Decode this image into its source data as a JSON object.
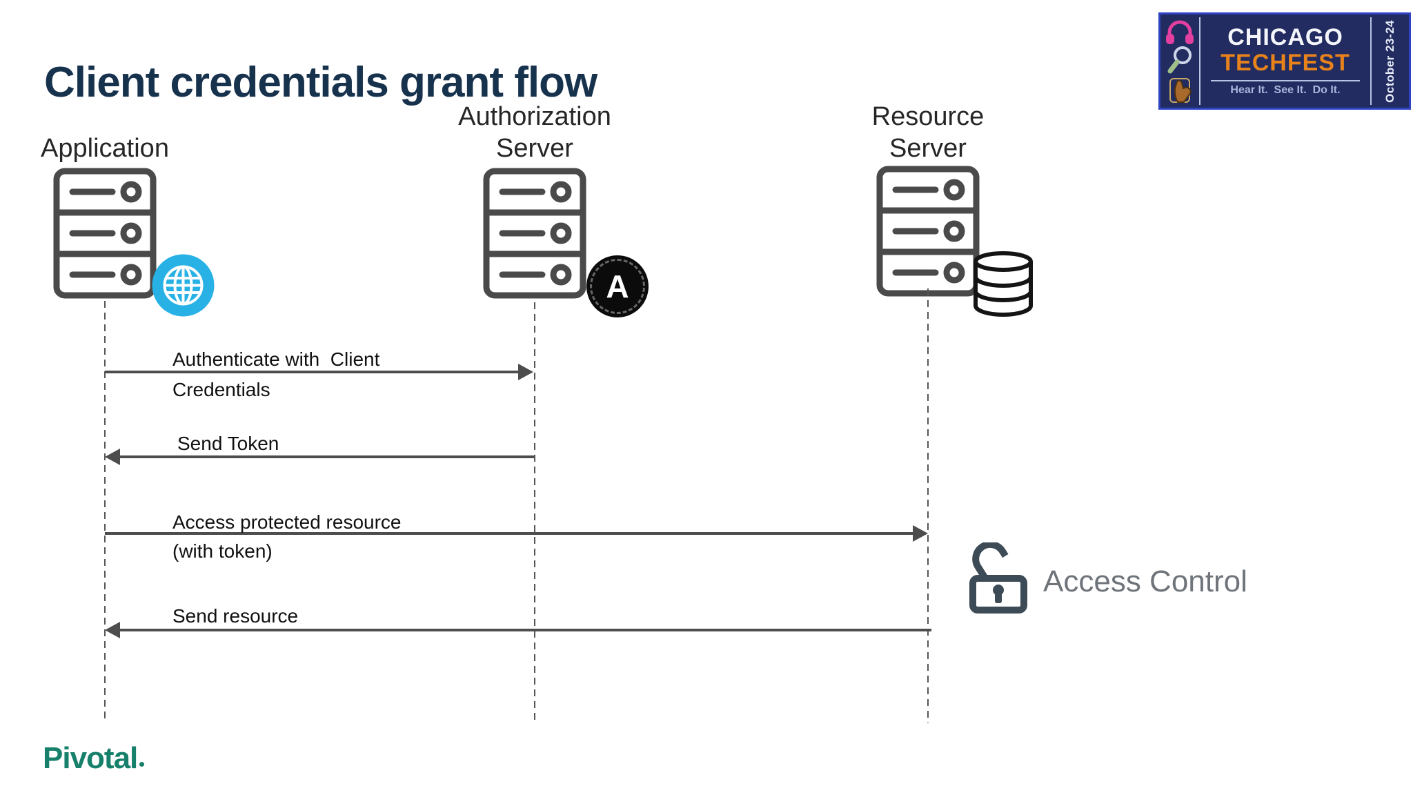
{
  "title": {
    "text": "Client credentials grant flow"
  },
  "event_badge": {
    "city": "CHICAGO",
    "name": "TECHFEST",
    "tagline": "Hear It.  See It.  Do It.",
    "dates": "October 23-24",
    "colors": {
      "background": "#222c60",
      "border": "#2e44c4",
      "city": "#f4f6fc",
      "name": "#e8831c",
      "tagline": "#a9b7de"
    },
    "icons": [
      "headphones-icon",
      "search-icon",
      "tap-hand-icon"
    ]
  },
  "actors": [
    {
      "id": "application",
      "lines": [
        "Application"
      ],
      "icon": "server-icon",
      "companion_icon": "globe-icon"
    },
    {
      "id": "authorization-server",
      "lines": [
        "Authorization",
        "Server"
      ],
      "icon": "server-icon",
      "companion_icon": "auth-emblem-icon",
      "emblem_letter": "A"
    },
    {
      "id": "resource-server",
      "lines": [
        "Resource",
        "Server"
      ],
      "icon": "server-icon",
      "companion_icon": "database-icon"
    }
  ],
  "messages": [
    {
      "from": "application",
      "to": "authorization-server",
      "direction": "right",
      "lines": [
        "Authenticate with  Client",
        "Credentials"
      ]
    },
    {
      "from": "authorization-server",
      "to": "application",
      "direction": "left",
      "lines": [
        "Send Token"
      ]
    },
    {
      "from": "application",
      "to": "resource-server",
      "direction": "right",
      "lines": [
        "Access protected resource",
        "(with token)"
      ]
    },
    {
      "from": "resource-server",
      "to": "application",
      "direction": "left",
      "lines": [
        "Send resource"
      ]
    }
  ],
  "annotation": {
    "label": "Access Control",
    "icon": "unlock-icon",
    "color": "#6e747a"
  },
  "footer": {
    "brand": "Pivotal",
    "color": "#17806a"
  },
  "colors": {
    "title": "#17324d",
    "server_stroke": "#4a4a4a",
    "arrow": "#4d4d4d",
    "globe": "#27b1e5",
    "lock": "#3c4b55",
    "background": "#ffffff"
  }
}
